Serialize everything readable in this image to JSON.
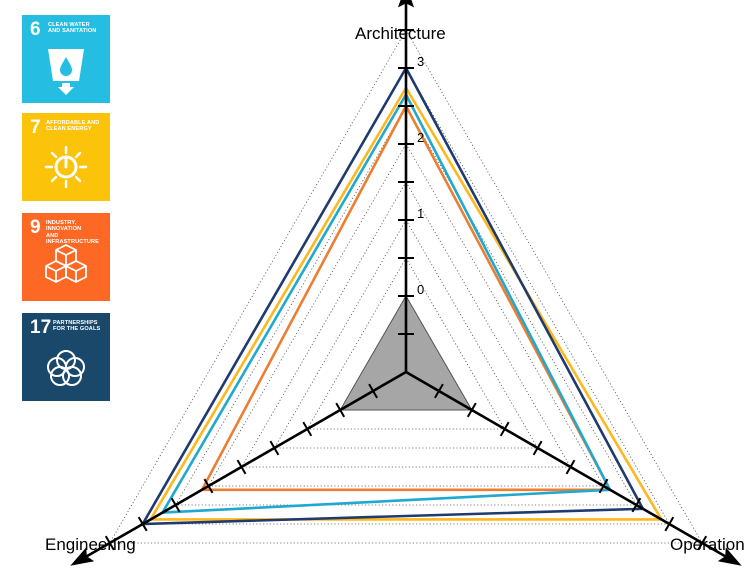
{
  "badges": [
    {
      "number": "6",
      "line1": "CLEAN WATER",
      "line2": "AND SANITATION",
      "color": "#26BDE2",
      "icon": "water-tap-icon"
    },
    {
      "number": "7",
      "line1": "AFFORDABLE AND",
      "line2": "CLEAN ENERGY",
      "color": "#FCC30B",
      "icon": "sun-power-icon"
    },
    {
      "number": "9",
      "line1": "INDUSTRY, INNOVATION",
      "line2": "AND INFRASTRUCTURE",
      "color": "#FD6925",
      "icon": "cubes-icon"
    },
    {
      "number": "17",
      "line1": "PARTNERSHIPS",
      "line2": "FOR THE GOALS",
      "color": "#19486A",
      "icon": "rings-icon"
    }
  ],
  "chart_data": {
    "type": "radar",
    "axes": [
      "Architecture",
      "Operation",
      "Engineering"
    ],
    "tick_labels": [
      "0",
      "1",
      "2",
      "3"
    ],
    "tick_values": [
      0,
      1,
      2,
      3
    ],
    "center_offset": 1,
    "range": [
      0,
      3
    ],
    "grid": "dotted",
    "series": [
      {
        "color": "#808080",
        "fill": true,
        "values": [
          0,
          0,
          0
        ]
      },
      {
        "color": "#ED7D31",
        "fill": false,
        "values": [
          2.5,
          2.1,
          2.1
        ]
      },
      {
        "color": "#1FA8D0",
        "fill": false,
        "values": [
          2.65,
          2.1,
          2.7
        ]
      },
      {
        "color": "#FFB81C",
        "fill": false,
        "values": [
          2.74,
          2.88,
          2.88
        ]
      },
      {
        "color": "#1F3A6E",
        "fill": false,
        "values": [
          3.0,
          2.6,
          3.0
        ]
      }
    ]
  }
}
